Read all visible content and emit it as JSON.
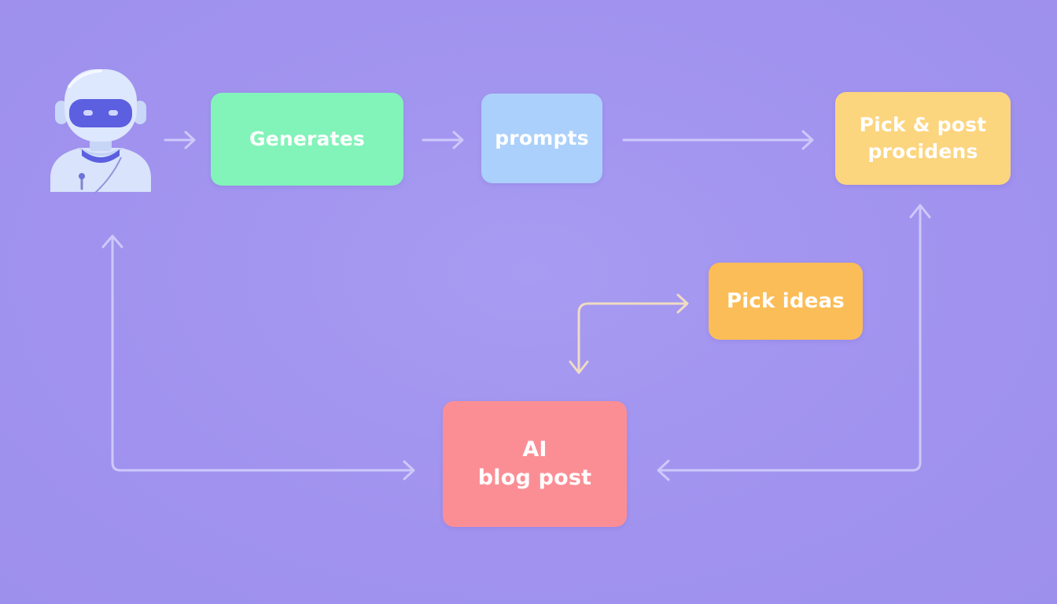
{
  "diagram": {
    "nodes": {
      "generates": {
        "label": "Generates",
        "color": "#82f3b9"
      },
      "prompts": {
        "label": "prompts",
        "color": "#abd0fb"
      },
      "pick_post": {
        "line1": "Pick & post",
        "line2": "procidens",
        "color": "#fcd57f"
      },
      "pick_ideas": {
        "label": "Pick ideas",
        "color": "#fbbd57"
      },
      "blog_post": {
        "line1": "AI",
        "line2": "blog post",
        "color": "#fb8e95"
      }
    },
    "colors": {
      "background": "#a194ef",
      "arrow": "#c9c6fb",
      "arrow_warm": "#efdcc4",
      "robot_visor": "#5b5fe0"
    },
    "icons": [
      "robot-avatar-icon"
    ]
  }
}
